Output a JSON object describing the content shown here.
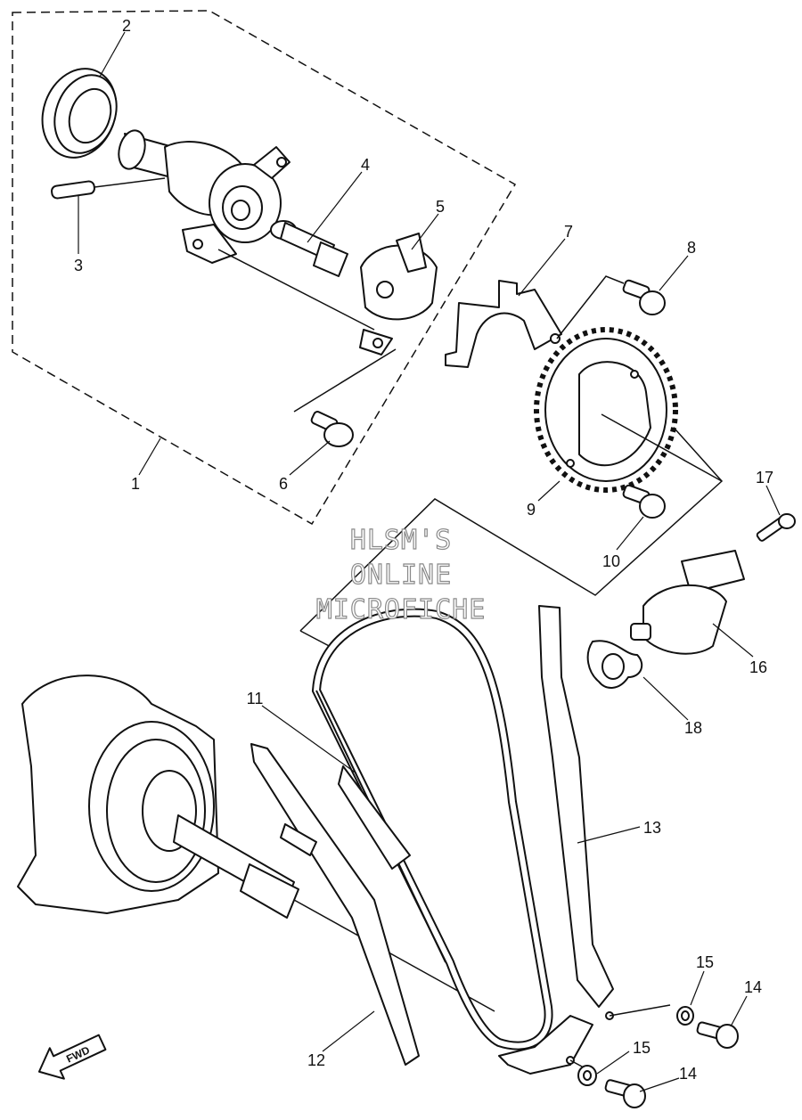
{
  "callouts": {
    "c1": "1",
    "c2": "2",
    "c3": "3",
    "c4": "4",
    "c5": "5",
    "c6": "6",
    "c7": "7",
    "c8": "8",
    "c9": "9",
    "c10": "10",
    "c11": "11",
    "c12": "12",
    "c13": "13",
    "c14a": "14",
    "c14b": "14",
    "c15a": "15",
    "c15b": "15",
    "c16": "16",
    "c17": "17",
    "c18": "18"
  },
  "watermark": {
    "line1": "HLSM'S",
    "line2": "ONLINE",
    "line3": "MICROFICHE"
  },
  "direction_badge": {
    "label": "FWD",
    "icon": "fwd-arrow-icon"
  }
}
